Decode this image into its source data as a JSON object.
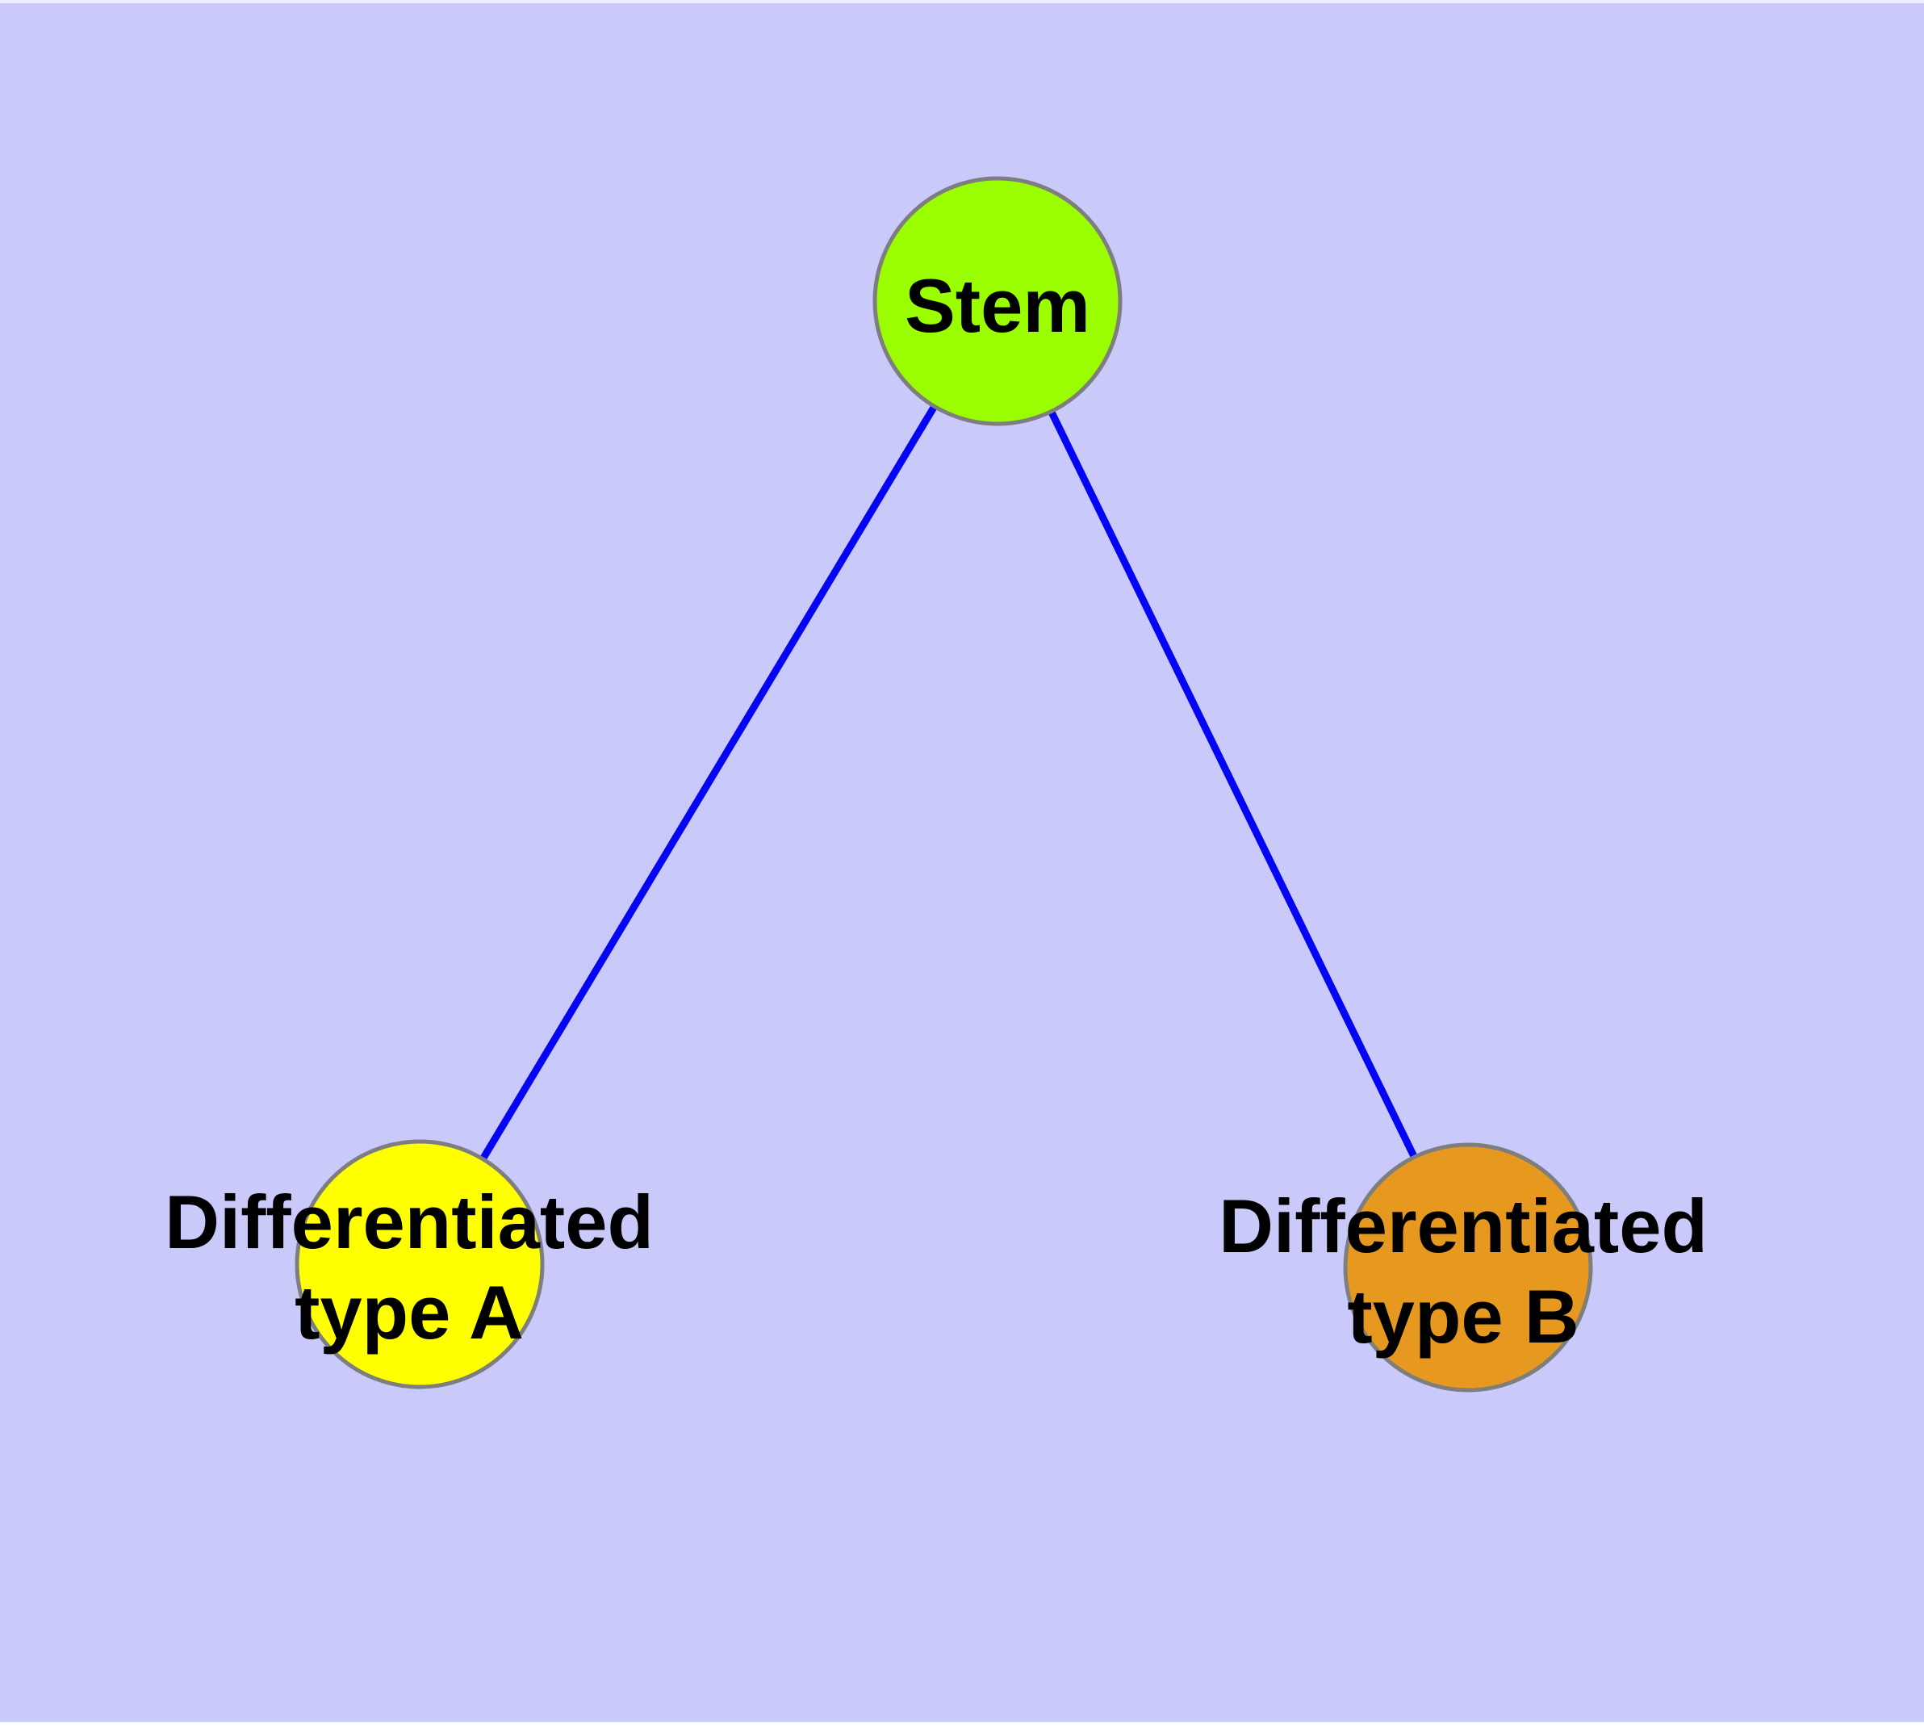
{
  "colors": {
    "background": "#CACAFA",
    "edge": "#0505F5",
    "node_border": "#7E7E7E",
    "label_text": "#000000"
  },
  "nodes": {
    "stem": {
      "label": "Stem",
      "fill": "#9AFE00"
    },
    "type_a": {
      "label_line1": "Differentiated",
      "label_line2": "type A",
      "fill": "#FFFF00"
    },
    "type_b": {
      "label_line1": "Differentiated",
      "label_line2": "type B",
      "fill": "#E6991E"
    }
  },
  "edges": [
    {
      "from": "Stem",
      "to": "Differentiated type A"
    },
    {
      "from": "Stem",
      "to": "Differentiated type B"
    }
  ]
}
